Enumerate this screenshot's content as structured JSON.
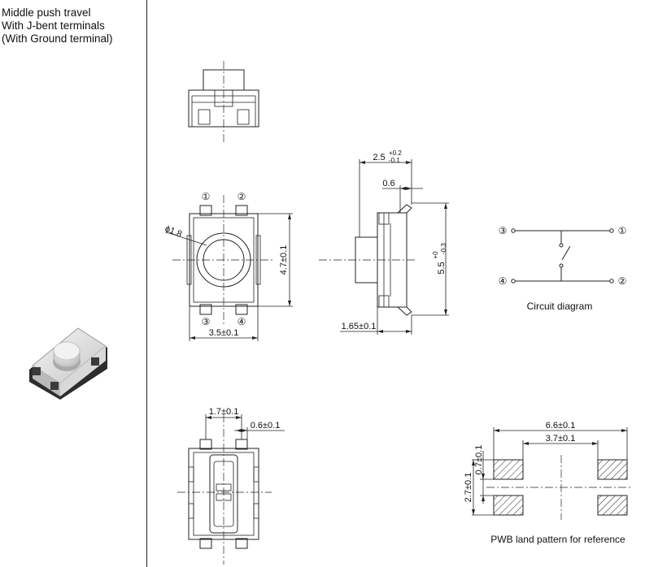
{
  "description": {
    "line1": "Middle push travel",
    "line2": "With J-bent terminals",
    "line3": "(With Ground terminal)"
  },
  "front_view": {
    "terminals": [
      "①",
      "②",
      "③",
      "④"
    ],
    "hole_dim": "ϕ1.8",
    "width_dim": "3.5±0.1",
    "height_dim": "4.7±0.1"
  },
  "side_view": {
    "top_dim": "2.5",
    "top_tol_upper": "+0.2",
    "top_tol_lower": "-0.1",
    "offset_dim": "0.6",
    "height_dim": "5.5",
    "height_tol_upper": "+0",
    "height_tol_lower": "-0.3",
    "bottom_dim": "1.65±0.1"
  },
  "circuit": {
    "terminals": [
      "③",
      "①",
      "④",
      "②"
    ],
    "caption": "Circuit diagram"
  },
  "bottom_view": {
    "dim_a": "1.7±0.1",
    "dim_b": "0.6±0.1"
  },
  "land_pattern": {
    "dim_overall": "6.6±0.1",
    "dim_inner": "3.7±0.1",
    "dim_pad_height": "0.7±0.1",
    "dim_total_height": "2.7±0.1",
    "caption": "PWB land pattern for reference"
  }
}
